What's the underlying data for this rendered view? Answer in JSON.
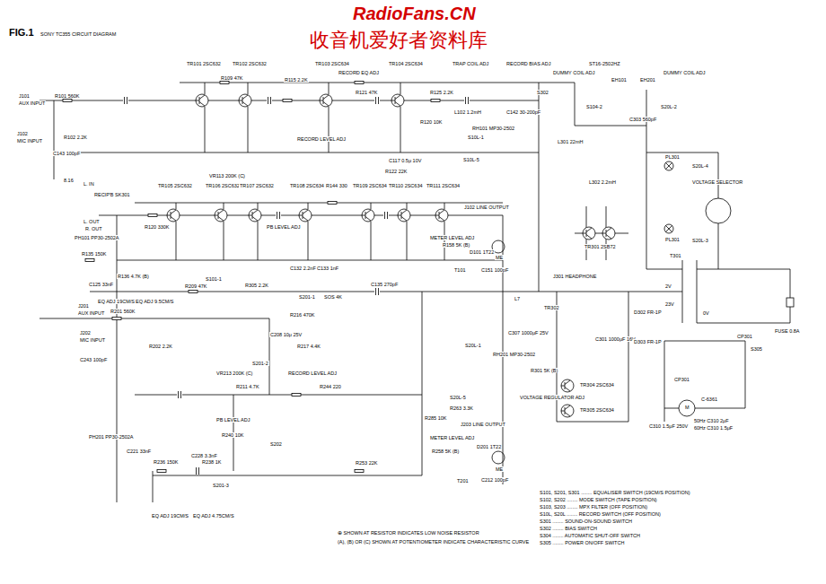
{
  "diagram": {
    "title": "FIG.1",
    "labels": [
      "RadioFans.CN",
      "收音机爱好者资料库",
      "SONY TC355 CIRCUIT DIAGRAM",
      "J101",
      "AUX INPUT",
      "R101 560K",
      "J102",
      "MIC INPUT",
      "C143 100pF",
      "R102 2.2K",
      "TR101 2SC632",
      "TR102 2SC632",
      "R109 47K",
      "R115 2.2K",
      "TR103 2SC634",
      "RECORD EQ ADJ",
      "TR104 2SC634",
      "R121 47K",
      "R125 2.2K",
      "TRAP COIL ADJ",
      "L102 1.2mH",
      "RECORD BIAS ADJ",
      "C142 30-200pF",
      "S302",
      "DUMMY COIL ADJ",
      "ST16-2502HZ",
      "EH101",
      "EH201",
      "DUMMY COIL ADJ",
      "R120 10K",
      "S10L-1",
      "RH101 MP30-2502",
      "RECORD LEVEL ADJ",
      "VR113 200K (C)",
      "R122 22K",
      "C117 0.5μ 10V",
      "S10L-5",
      "S104-2",
      "S20L-2",
      "C303 560pF",
      "L301 22mH",
      "L302 2.2mH",
      "PL301",
      "S20L-4",
      "VOLTAGE SELECTOR",
      "PL301",
      "S20L-3",
      "TR301 2SB72",
      "8.16",
      "L. IN",
      "RECIP'B SK301",
      "L. OUT",
      "R. OUT",
      "PH101 PP30-2502A",
      "TR105 2SC632",
      "R120 330K",
      "TR106 2SC632",
      "TR107 2SC632",
      "TR108 2SC634",
      "R144 330",
      "TR109 2SC634",
      "TR110 2SC634",
      "TR111 2SC634",
      "J102 LINE OUTPUT",
      "PB LEVEL ADJ",
      "METER LEVEL ADJ",
      "R158 5K (B)",
      "D101 1T22",
      "ME",
      "T101",
      "C151 100pF",
      "C132 2.2nF",
      "C133 1nF",
      "C135 270pF",
      "R135 150K",
      "R136 4.7K (B)",
      "S101-1",
      "C125 33nF",
      "R209 47K",
      "EQ ADJ 19CM/S",
      "EQ ADJ 9.5CM/S",
      "R305 2.2K",
      "S201-1",
      "SOS 4K",
      "J201",
      "AUX INPUT",
      "R201 560K",
      "J202",
      "MIC INPUT",
      "C243 100pF",
      "R202 2.2K",
      "R216 470K",
      "C208 10μ 25V",
      "R217 4.4K",
      "VR213 200K (C)",
      "S201-2",
      "RECORD LEVEL ADJ",
      "R211 4.7K",
      "R244 220",
      "PB LEVEL ADJ",
      "R240 10K",
      "S202",
      "PH201 PP30-2502A",
      "C221 33nF",
      "C228 3.3nF",
      "R236 150K",
      "R238 1K",
      "R253 22K",
      "EQ ADJ 19CM/S",
      "EQ ADJ 4.75CM/S",
      "S201-3",
      "S20L-5",
      "R285 10K",
      "R263 3.3K",
      "J203 LINE OUTPUT",
      "METER LEVEL ADJ",
      "R258 5K (B)",
      "D201 1T22",
      "ME",
      "T201",
      "C212 100pF",
      "J301 HEADPHONE",
      "L7",
      "TR302",
      "C307 1000μF 25V",
      "RH201 MP30-2502",
      "S20L-1",
      "C301 1000μF 16V",
      "D302 FR-1P",
      "D303 FR-1P",
      "VOLTAGE REGULATOR ADJ",
      "TR304 2SC634",
      "TR305 2SC634",
      "R301 5K (B)",
      "T301",
      "2V",
      "23V",
      "0V",
      "FUSE 0.8A",
      "CP301",
      "S305",
      "CP301",
      "M",
      "C-6361",
      "C310 1.5μF 250V",
      "50Hz C310 2μF",
      "60Hz C310 1.5μF",
      "⊕ SHOWN AT RESISTOR INDICATES LOW NOISE RESISTOR",
      "(A), (B) OR (C) SHOWN AT POTENTIOMETER INDICATE CHARACTERISTIC CURVE",
      "S101, S201, S301 ........ EQUALISER SWITCH (19CM/S POSITION)",
      "S102, S202 ........ MODE SWITCH (TAPE POSITION)",
      "S103, S203 ........ MPX FILTER (OFF POSITION)",
      "S10L, S20L ........ RECORD SWITCH (OFF POSITION)",
      "S301 ........ SOUND-ON-SOUND SWITCH",
      "S302 ........ BIAS SWITCH",
      "S304 ........ AUTOMATIC SHUT-OFF SWITCH",
      "S305 ........ POWER ON/OFF SWITCH"
    ]
  }
}
